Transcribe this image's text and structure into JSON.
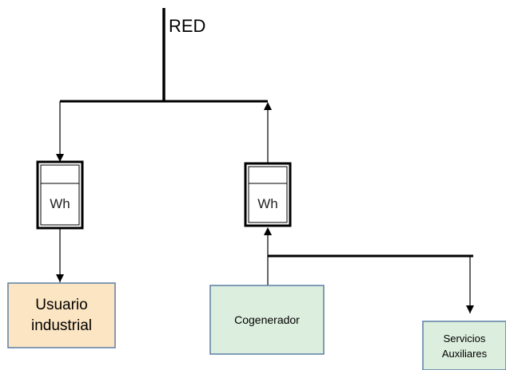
{
  "diagram": {
    "network_label": "RED",
    "meter_left_label": "Wh",
    "meter_right_label": "Wh",
    "user_box_label": "Usuario industrial",
    "cogen_box_label": "Cogenerador",
    "aux_box_label": "Servicios Auxiliares",
    "colors": {
      "user_box_fill": "#fbe5c2",
      "cogen_box_fill": "#dceedd",
      "aux_box_fill": "#dceedd",
      "box_border": "#5b7ea6",
      "line": "#000000",
      "meter_fill": "#ffffff",
      "meter_border": "#000000"
    }
  }
}
